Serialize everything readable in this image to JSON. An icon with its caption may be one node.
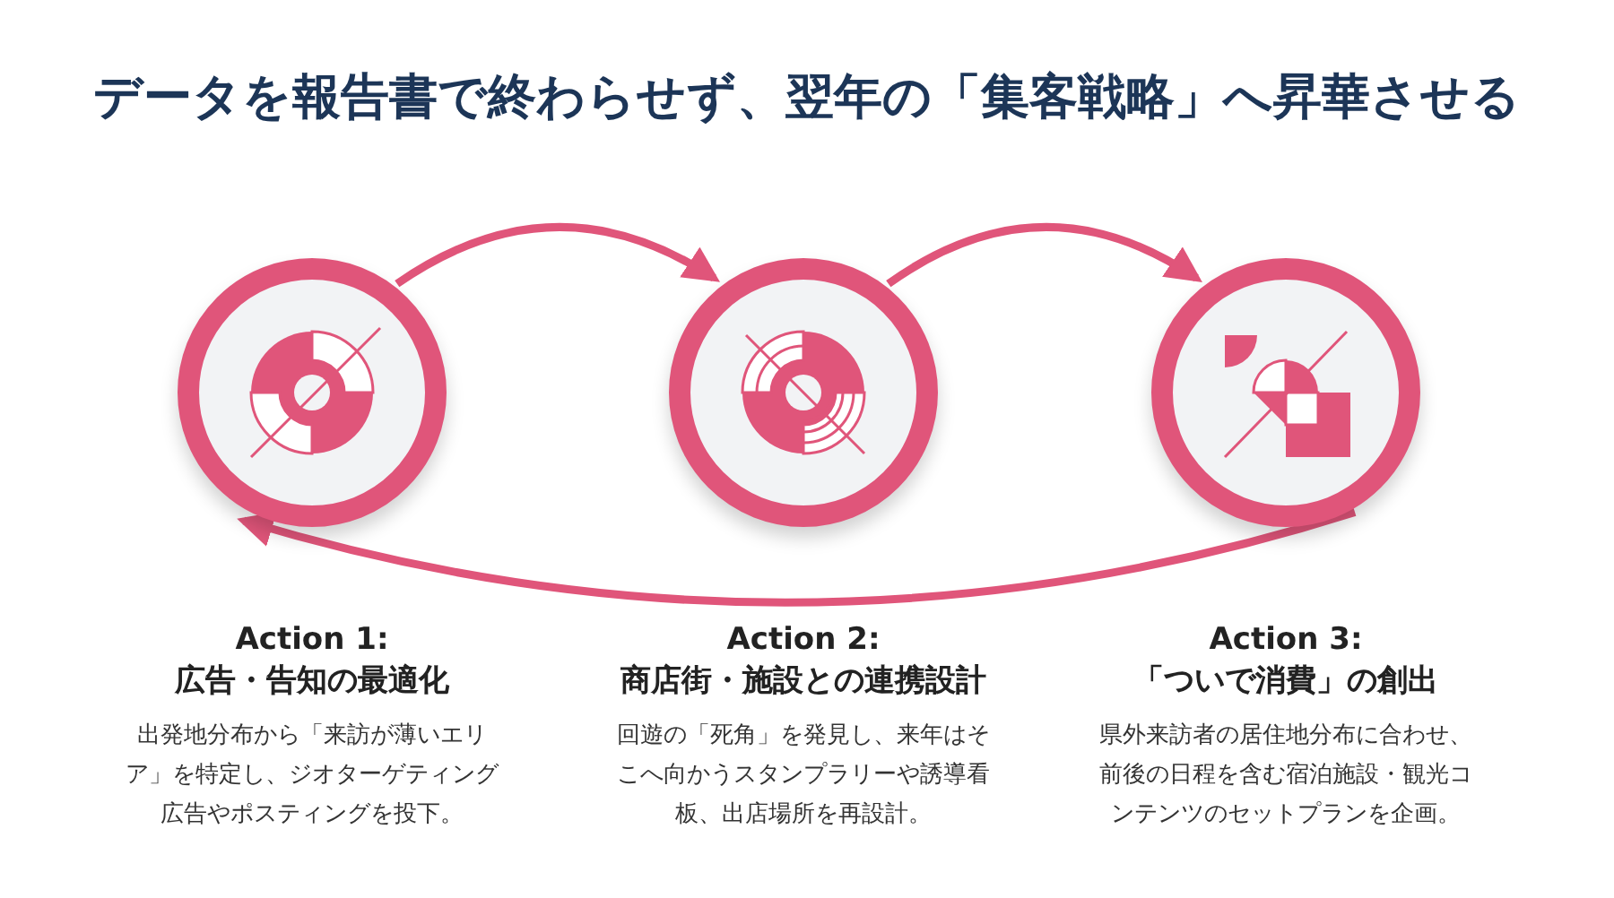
{
  "diagram": {
    "title": "データを報告書で終わらせず、翌年の「集客戦略」へ昇華させる",
    "nodes": [
      {
        "text": [
          "Action 1:",
          "広告・告知の最適化"
        ]
      },
      {
        "text": [
          "Action 2:",
          "商店街・施設との連携設計"
        ]
      },
      {
        "text": [
          "Action 3:",
          "「ついで消費」の創出"
        ]
      }
    ],
    "edges": [
      {
        "from": 0,
        "to": 1,
        "arrow": "to"
      },
      {
        "from": 1,
        "to": 2,
        "arrow": "to"
      },
      {
        "from": 2,
        "to": 0,
        "arrow": "to"
      }
    ],
    "labels": [
      "出発地分布から「来訪が薄いエリア」を特定し、ジオターゲティング広告やポスティングを投下。",
      "回遊の「死角」を発見し、来年はそこへ向かうスタンプラリーや誘導看板、出店場所を再設計。",
      "県外来訪者の居住地分布に合わせ、前後の日程を含む宿泊施設・観光コンテンツのセットプランを企画。"
    ]
  }
}
